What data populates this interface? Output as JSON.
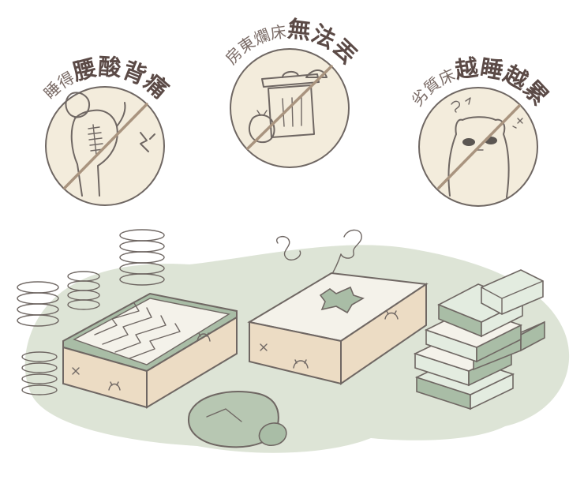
{
  "colors": {
    "ground": "#dde4d6",
    "circle_fill": "#f3ecdc",
    "slash": "#a9947f",
    "mattress_top": "#f4f2ea",
    "mattress_side": "#ecdcc4",
    "brick_light": "#e3ece0",
    "brick_dark": "#a9bda6",
    "rock": "#b7c7b2",
    "ink": "#6f6763"
  },
  "icons": {
    "one": {
      "name": "back-pain-figure-icon",
      "prefix": "睡得",
      "emphasis": "腰酸背痛"
    },
    "two": {
      "name": "trash-can-icon",
      "prefix": "房東爛床",
      "emphasis": "無法丟"
    },
    "three": {
      "name": "tired-cat-icon",
      "prefix": "劣質床",
      "emphasis": "越睡越累"
    }
  }
}
